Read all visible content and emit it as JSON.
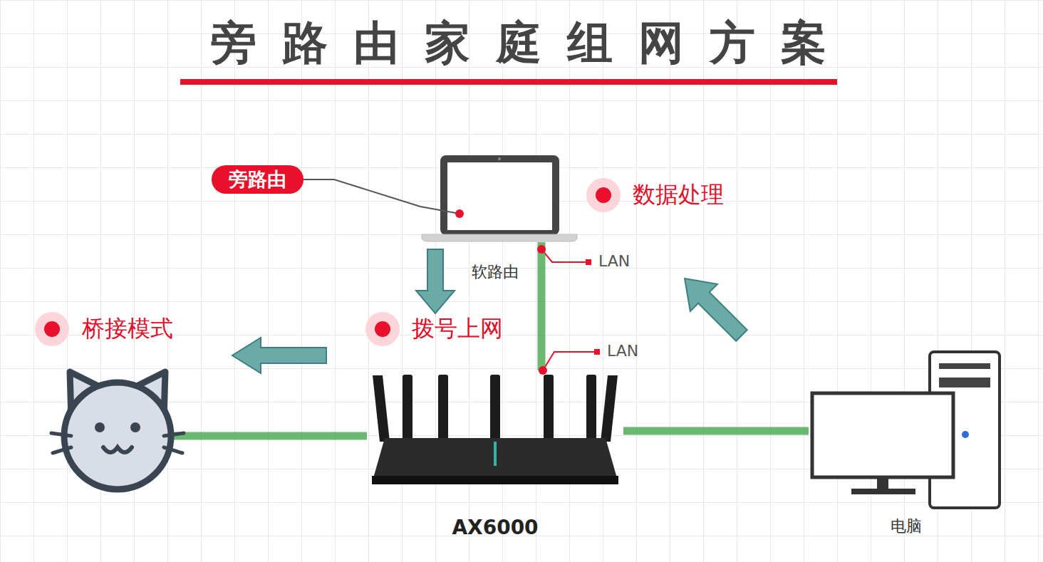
{
  "diagram": {
    "title": "旁路由家庭组网方案",
    "nodes": [
      {
        "text": [
          "旁路由"
        ]
      },
      {
        "text": [
          "软路由"
        ]
      },
      {
        "text": [
          "AX6000"
        ]
      },
      {
        "text": [
          "电脑"
        ]
      }
    ],
    "edges": [
      {
        "from": 0,
        "to": 1,
        "arrow": "none"
      },
      {
        "from": 1,
        "to": 2,
        "arrow": "none"
      },
      {
        "from": 2,
        "to": 3,
        "arrow": "none"
      }
    ],
    "labels": [
      "数据处理",
      "LAN",
      "LAN",
      "桥接模式",
      "拨号上网"
    ]
  }
}
